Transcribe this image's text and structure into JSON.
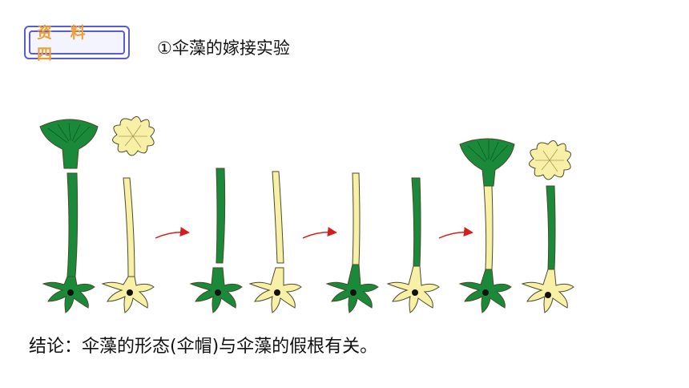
{
  "header": {
    "badge_label": "资 料 四",
    "title": "①伞藻的嫁接实验"
  },
  "conclusion": {
    "text": "结论：伞藻的形态(伞帽)与伞藻的假根有关。"
  },
  "colors": {
    "green": "#1a8a3a",
    "yellow": "#f9f0a8",
    "outline": "#4a4a2a",
    "arrow": "#d81c1c",
    "badge_border": "#5b5bd6",
    "badge_text": "#f0a030"
  },
  "diagram": {
    "stages": [
      "original",
      "cut",
      "graft",
      "regenerated"
    ],
    "plants": [
      {
        "id": "green-original",
        "cap": "umbrella",
        "stalk": "green",
        "rhizoid": "green"
      },
      {
        "id": "yellow-original",
        "cap": "flower",
        "stalk": "yellow",
        "rhizoid": "yellow"
      },
      {
        "id": "green-cut",
        "cap": "none",
        "stalk": "green",
        "rhizoid": "green"
      },
      {
        "id": "yellow-cut",
        "cap": "none",
        "stalk": "yellow",
        "rhizoid": "yellow"
      },
      {
        "id": "graft-1",
        "cap": "none",
        "stalk": "yellow",
        "rhizoid": "green"
      },
      {
        "id": "graft-2",
        "cap": "none",
        "stalk": "green",
        "rhizoid": "yellow"
      },
      {
        "id": "result-1",
        "cap": "umbrella",
        "stalk": "yellow",
        "rhizoid": "green"
      },
      {
        "id": "result-2",
        "cap": "flower",
        "stalk": "green",
        "rhizoid": "yellow"
      }
    ]
  }
}
